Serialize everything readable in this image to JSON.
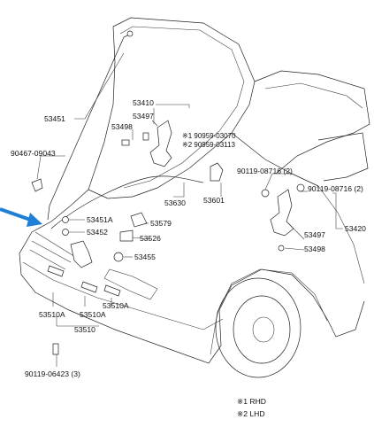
{
  "labels": {
    "p53410": "53410",
    "p53451": "53451",
    "p53497_top": "53497",
    "p53498_top": "53498",
    "note1": "※1 90959-03070",
    "note2": "※2 90959-03113",
    "p90467": "90467-09043",
    "p90119_08716_a": "90119-08716 (2)",
    "p90119_08716_b": "90119-08716 (2)",
    "p53630": "53630",
    "p53601": "53601",
    "p53451A": "53451A",
    "p53579": "53579",
    "p53452": "53452",
    "p53526": "53526",
    "p53455": "53455",
    "p53420": "53420",
    "p53497_right": "53497",
    "p53498_right": "53498",
    "p53510A_1": "53510A",
    "p53510A_2": "53510A",
    "p53510A_3": "53510A",
    "p53510": "53510",
    "p90119_06423": "90119-06423 (3)"
  },
  "legend": {
    "rhd": "※1  RHD",
    "lhd": "※2  LHD"
  },
  "colors": {
    "pointer": "#1e7fd6",
    "ink": "#222222"
  }
}
